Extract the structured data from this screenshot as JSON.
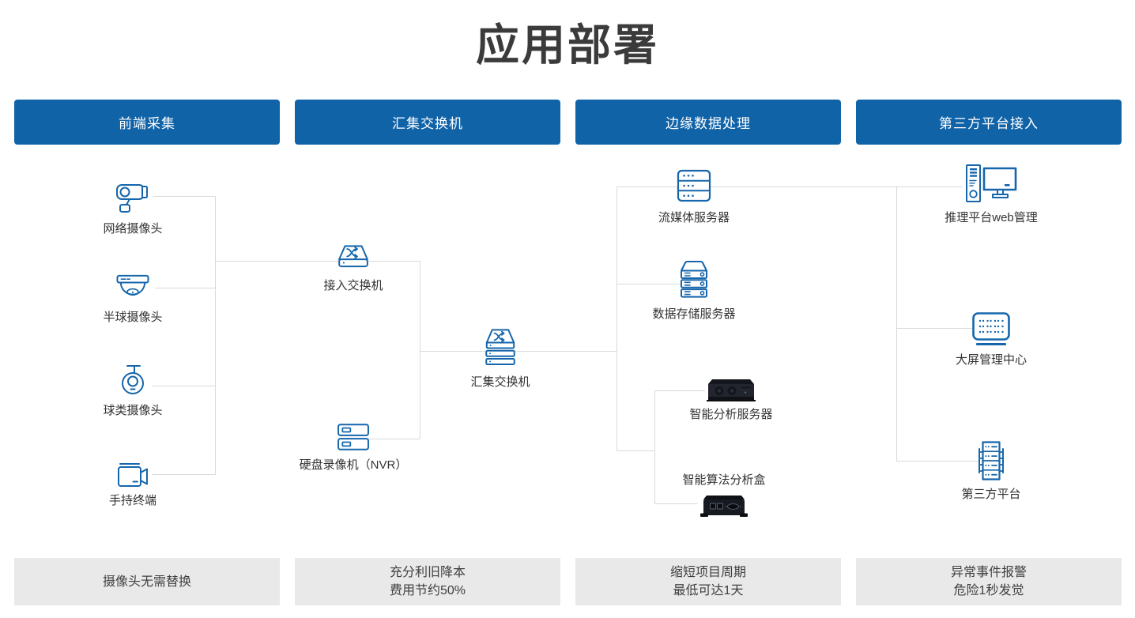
{
  "title": "应用部署",
  "columns": [
    {
      "header": "前端采集",
      "footer_lines": [
        "摄像头无需替换"
      ]
    },
    {
      "header": "汇集交换机",
      "footer_lines": [
        "充分利旧降本",
        "费用节约50%"
      ]
    },
    {
      "header": "边缘数据处理",
      "footer_lines": [
        "缩短项目周期",
        "最低可达1天"
      ]
    },
    {
      "header": "第三方平台接入",
      "footer_lines": [
        "异常事件报警",
        "危险1秒发觉"
      ]
    }
  ],
  "nodes": {
    "network_camera": "网络摄像头",
    "dome_camera": "半球摄像头",
    "ptz_camera": "球类摄像头",
    "handheld_terminal": "手持终端",
    "access_switch": "接入交换机",
    "nvr": "硬盘录像机（NVR）",
    "aggregation_switch": "汇集交换机",
    "streaming_server": "流媒体服务器",
    "storage_server": "数据存储服务器",
    "analysis_server": "智能分析服务器",
    "analysis_box": "智能算法分析盒",
    "inference_web": "推理平台web管理",
    "big_screen": "大屏管理中心",
    "third_party": "第三方平台"
  },
  "colors": {
    "accent_blue": "#1163a8",
    "icon_blue": "#1566ac",
    "connector_gray": "#d9d9d9",
    "footer_bg": "#e9e9e9",
    "title_text": "#3b3b3b"
  }
}
